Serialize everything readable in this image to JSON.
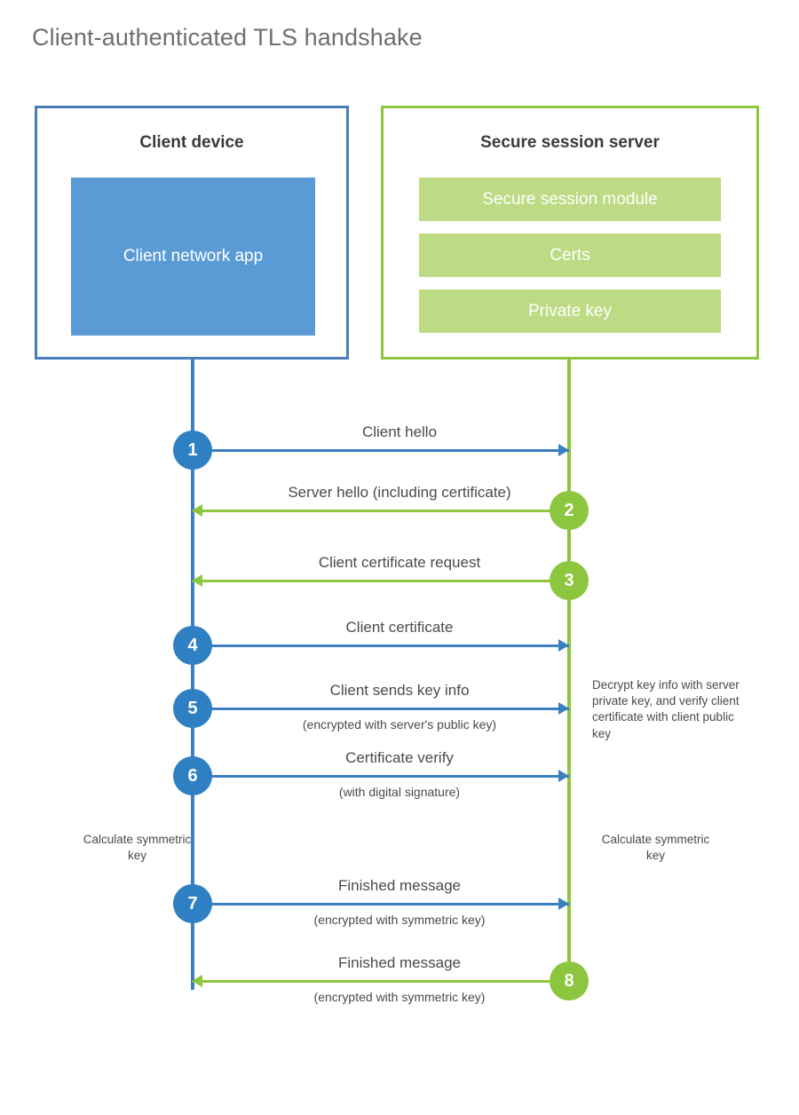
{
  "title": "Client-authenticated TLS handshake",
  "colors": {
    "client_border": "#4a7ebb",
    "server_border": "#8cc63e",
    "client_app_fill": "#5b9bd5",
    "server_block_fill": "#bcdb84",
    "client_accent": "#2f80c2",
    "server_accent": "#8cc63e",
    "text": "#4a4a4a",
    "title_text": "#6f6f6f"
  },
  "participants": {
    "client": {
      "title": "Client device",
      "app_label": "Client network app"
    },
    "server": {
      "title": "Secure session server",
      "blocks": [
        "Secure session module",
        "Certs",
        "Private key"
      ]
    }
  },
  "steps": [
    {
      "number": "1",
      "label": "Client hello",
      "sublabel": "",
      "direction": "right",
      "color": "blue"
    },
    {
      "number": "2",
      "label": "Server hello (including certificate)",
      "sublabel": "",
      "direction": "left",
      "color": "green"
    },
    {
      "number": "3",
      "label": "Client certificate request",
      "sublabel": "",
      "direction": "left",
      "color": "green"
    },
    {
      "number": "4",
      "label": "Client certificate",
      "sublabel": "",
      "direction": "right",
      "color": "blue"
    },
    {
      "number": "5",
      "label": "Client sends key info",
      "sublabel": "(encrypted with server's public key)",
      "direction": "right",
      "color": "blue"
    },
    {
      "number": "6",
      "label": "Certificate verify",
      "sublabel": "(with digital signature)",
      "direction": "right",
      "color": "blue"
    },
    {
      "number": "7",
      "label": "Finished message",
      "sublabel": "(encrypted with symmetric key)",
      "direction": "right",
      "color": "blue"
    },
    {
      "number": "8",
      "label": "Finished message",
      "sublabel": "(encrypted with symmetric key)",
      "direction": "left",
      "color": "green"
    }
  ],
  "notes": {
    "decrypt": "Decrypt key info with server private key, and verify client certificate with client public key",
    "calculate_client": "Calculate symmetric key",
    "calculate_server": "Calculate symmetric key"
  }
}
